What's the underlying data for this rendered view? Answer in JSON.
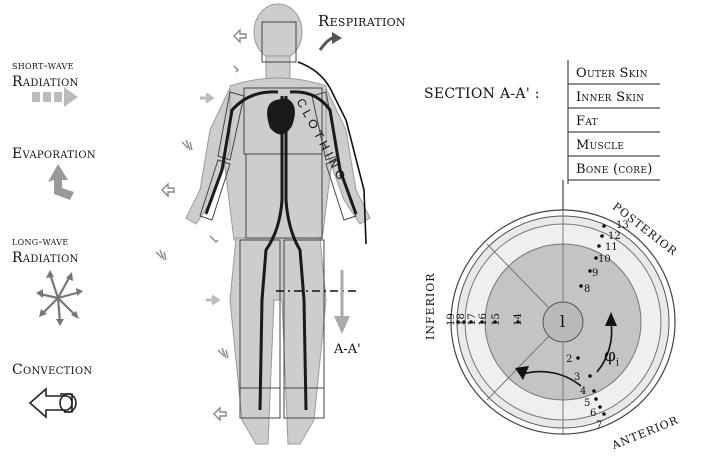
{
  "legend": {
    "shortwave": [
      "short-wave",
      "Radiation"
    ],
    "evaporation": "Evaporation",
    "longwave": [
      "long-wave",
      "Radiation"
    ],
    "convection": "Convection"
  },
  "body": {
    "respiration": "Respiration",
    "clothing": "CLOTHING",
    "section_marker": "A-A'"
  },
  "section": {
    "title": "SECTION A-A' :",
    "layers": [
      "Outer Skin",
      "Inner Skin",
      "Fat",
      "Muscle",
      "Bone (core)"
    ],
    "posterior": "POSTERIOR",
    "inferior": "INFERIOR",
    "anterior": "ANTERIOR",
    "center_label": "l",
    "phi_label": "φ",
    "phi_sub": "i",
    "node_labels": [
      "2",
      "3",
      "4",
      "5",
      "6",
      "7",
      "8",
      "9",
      "10",
      "11",
      "12",
      "13",
      "14",
      "15",
      "16",
      "17",
      "18",
      "19"
    ]
  },
  "colors": {
    "skin": "#cfcfcf",
    "core": "#bdbdbd",
    "vessel": "#1a1a1a",
    "arrow": "#9a9a9a"
  }
}
